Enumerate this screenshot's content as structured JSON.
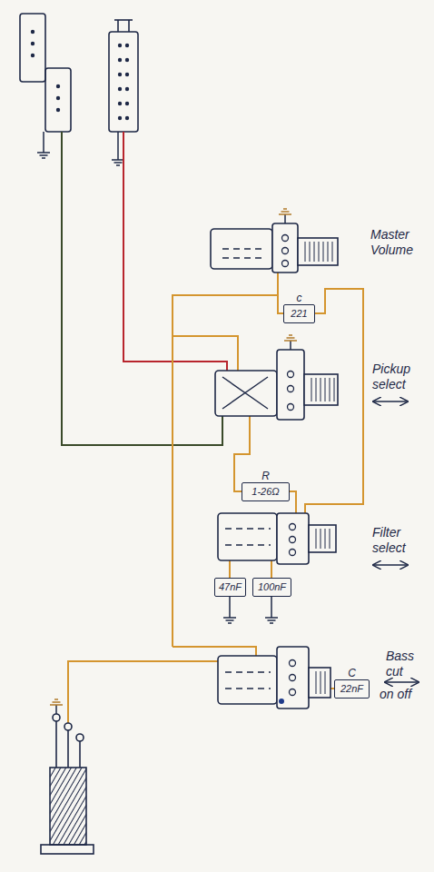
{
  "diagram": {
    "nodes": [
      {
        "text": [
          "c",
          "221"
        ]
      },
      {
        "text": [
          "R",
          "1-26Ω"
        ]
      },
      {
        "text": [
          "47nF"
        ]
      },
      {
        "text": [
          "100nF"
        ]
      },
      {
        "text": [
          "C",
          "22nF"
        ]
      }
    ],
    "labels": [
      "Master Volume",
      "Pickup select",
      "Filter select",
      "Bass cut",
      "on off"
    ]
  }
}
